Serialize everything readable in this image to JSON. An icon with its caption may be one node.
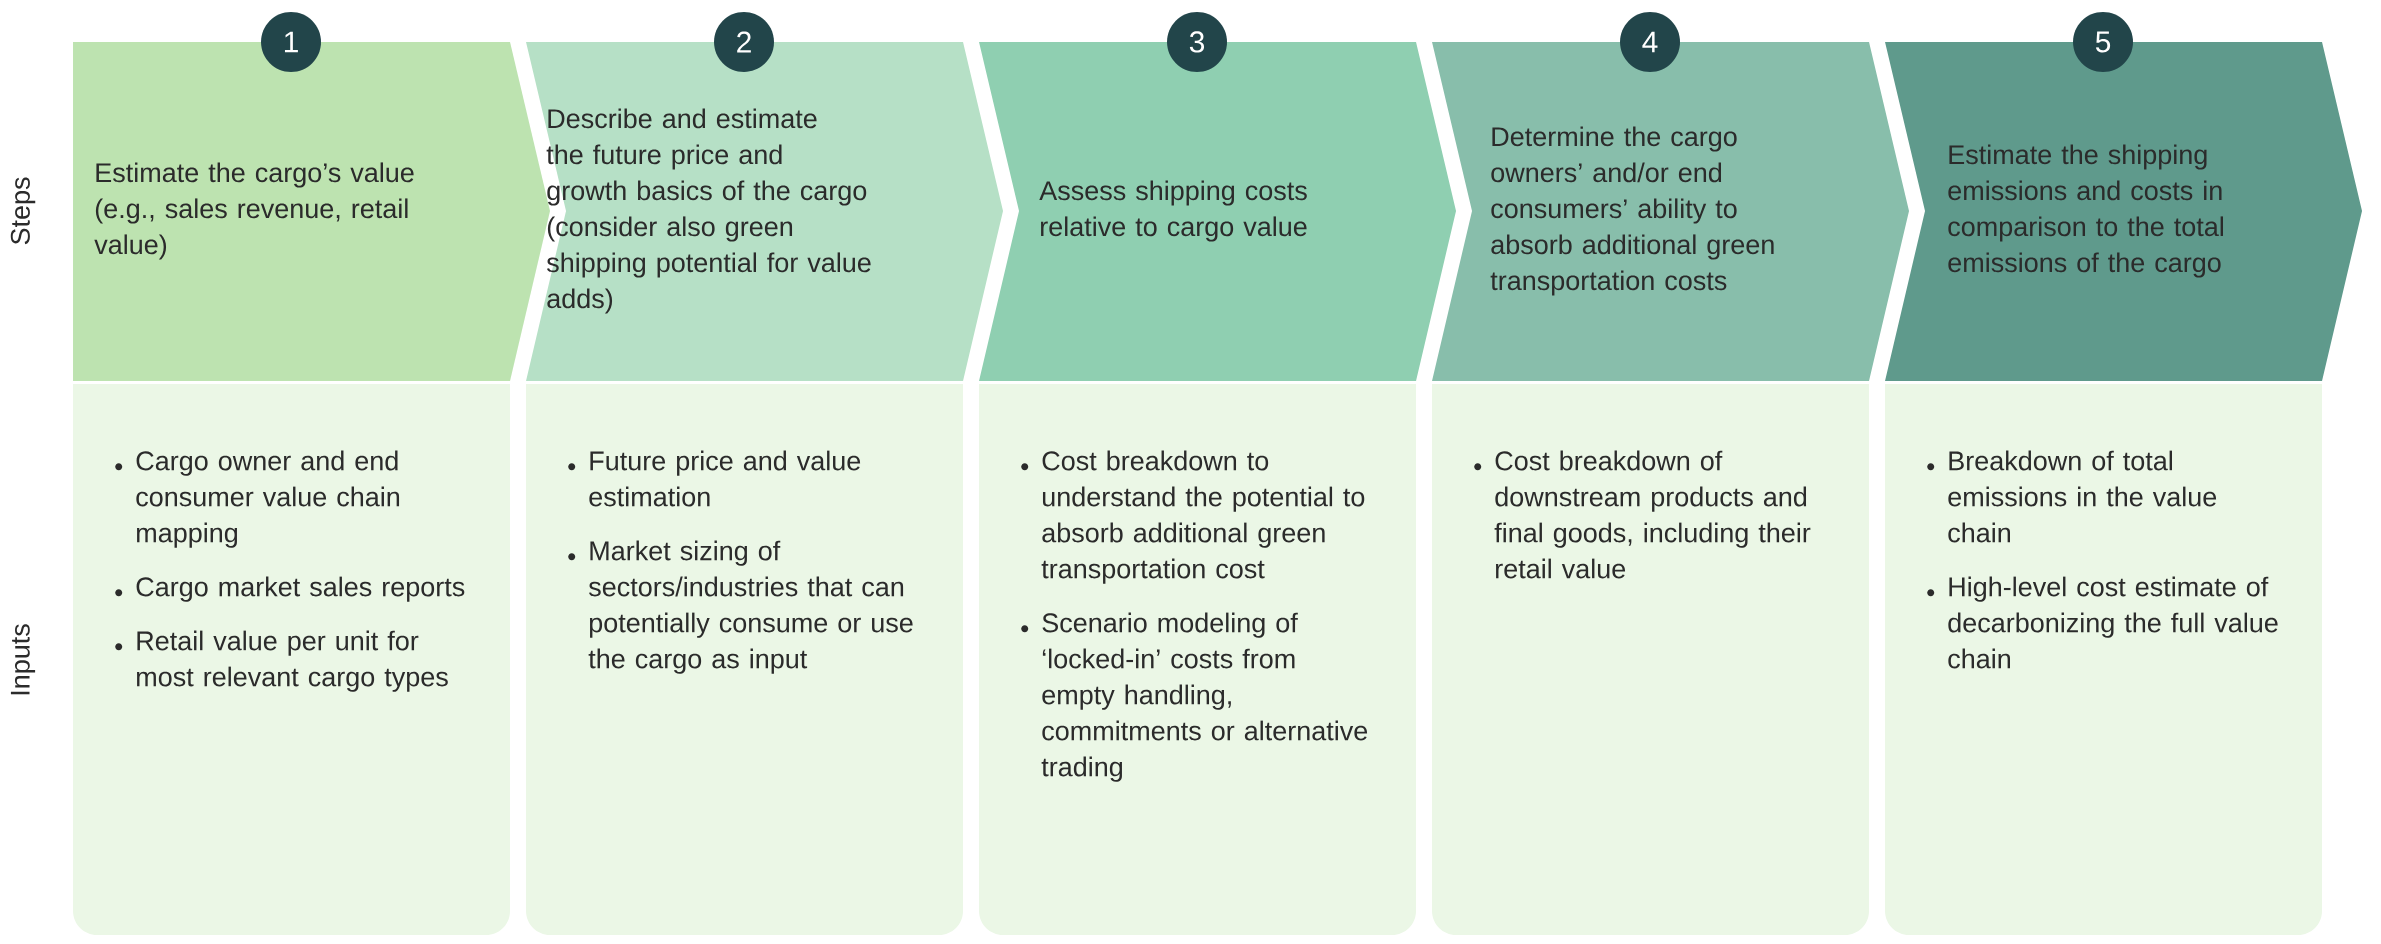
{
  "diagram": {
    "nodes": [
      {
        "text": [
          "1"
        ]
      },
      {
        "text": [
          "2"
        ]
      },
      {
        "text": [
          "3"
        ]
      },
      {
        "text": [
          "4"
        ]
      },
      {
        "text": [
          "5"
        ]
      },
      {
        "text": [
          "Estimate the cargo’s value (e.g., sales revenue, retail value)"
        ]
      },
      {
        "text": [
          "Describe and estimate the future price and growth basics of the cargo (consider also green shipping potential for value adds)"
        ]
      },
      {
        "text": [
          "Assess shipping costs relative to cargo value"
        ]
      },
      {
        "text": [
          "Determine the cargo owners’ and/or end consumers’ ability to absorb additional green transportation costs"
        ]
      },
      {
        "text": [
          "Estimate the shipping emissions and costs in comparison to the total emissions of the cargo"
        ]
      },
      {
        "text": [
          "Cargo owner and end consumer value chain mapping",
          "Cargo market sales reports",
          "Retail value per unit for most relevant cargo types"
        ]
      },
      {
        "text": [
          "Future price and value estimation",
          "Market sizing of sectors/industries that can potentially consume or use the cargo as input"
        ]
      },
      {
        "text": [
          "Cost breakdown to understand the potential to absorb additional green transportation cost",
          "Scenario modeling of ‘locked-in’ costs from empty handling, commitments or alternative trading"
        ]
      },
      {
        "text": [
          "Cost breakdown of downstream products and final goods, including their retail value"
        ]
      },
      {
        "text": [
          "Breakdown of total emissions in the value chain",
          "High-level cost estimate of decarbonizing the full value chain"
        ]
      }
    ],
    "labels": [
      "Steps",
      "Inputs"
    ]
  }
}
